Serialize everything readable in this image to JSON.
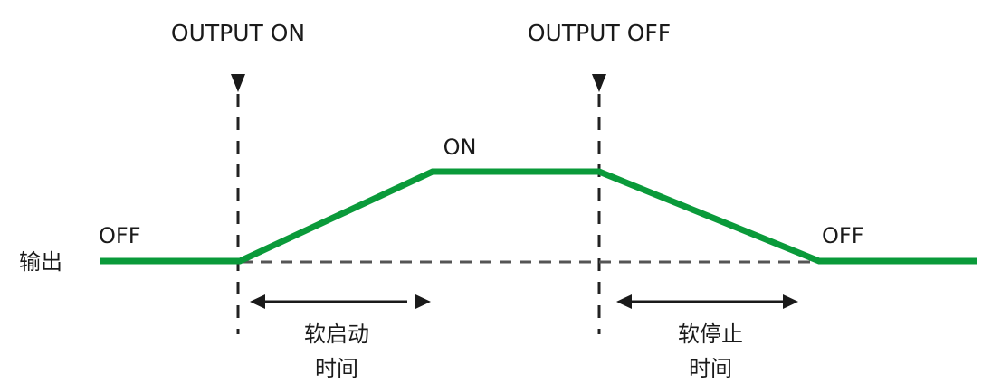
{
  "labels": {
    "output_on": "OUTPUT ON",
    "output_off": "OUTPUT OFF",
    "state_on": "ON",
    "state_off_left": "OFF",
    "state_off_right": "OFF",
    "output_axis": "输出",
    "soft_start_line1": "软启动",
    "soft_start_line2": "时间",
    "soft_stop_line1": "软停止",
    "soft_stop_line2": "时间"
  },
  "colors": {
    "signal": "#0a9a3a",
    "marker": "#1a1a1a"
  }
}
